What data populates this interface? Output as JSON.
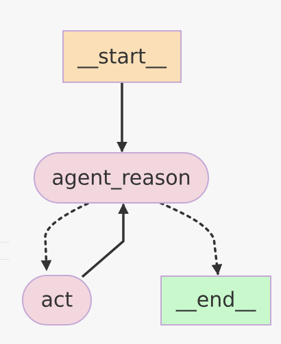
{
  "diagram": {
    "nodes": [
      {
        "id": "start",
        "label": "__start__",
        "fill": "#fbdfb7",
        "stroke": "#c5a9d6"
      },
      {
        "id": "agent_reason",
        "label": "agent_reason",
        "fill": "#f2d7df",
        "stroke": "#c5a9d6"
      },
      {
        "id": "act",
        "label": "act",
        "fill": "#f2d7df",
        "stroke": "#c5a9d6"
      },
      {
        "id": "end",
        "label": "__end__",
        "fill": "#c9f8cc",
        "stroke": "#c5a9d6"
      }
    ],
    "edges": [
      {
        "from": "start",
        "to": "agent_reason",
        "style": "solid"
      },
      {
        "from": "agent_reason",
        "to": "act",
        "style": "dashed"
      },
      {
        "from": "act",
        "to": "agent_reason",
        "style": "solid"
      },
      {
        "from": "agent_reason",
        "to": "end",
        "style": "dashed"
      }
    ],
    "colors": {
      "background": "#f7f7f7",
      "edge": "#333333",
      "text": "#333333"
    }
  }
}
